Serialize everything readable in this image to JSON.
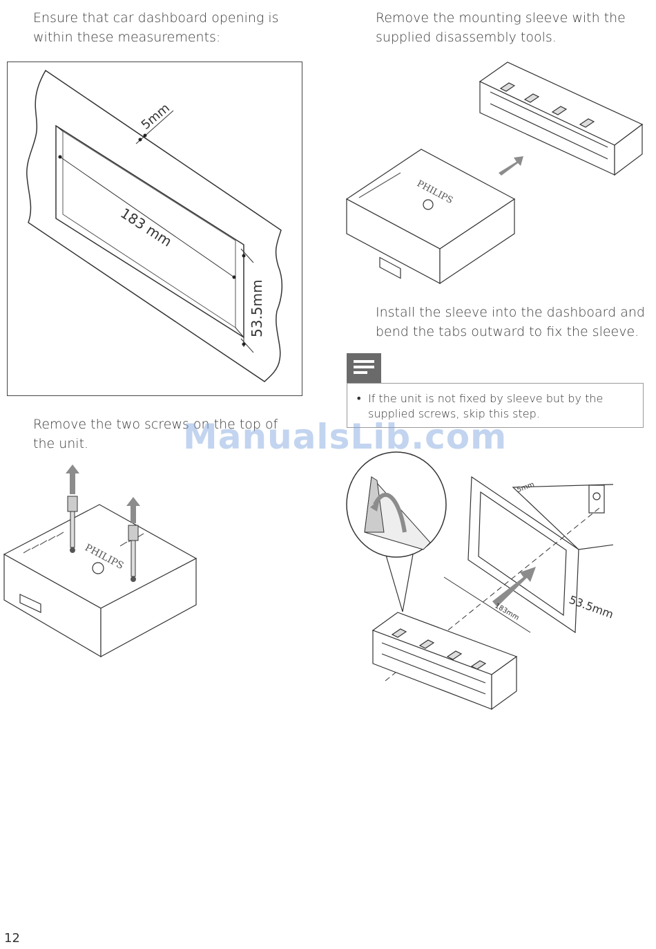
{
  "instructions": {
    "dash_opening": "Ensure that car dashboard opening is within these measurements:",
    "remove_sleeve": "Remove the mounting sleeve with the supplied disassembly tools.",
    "remove_screws": "Remove the two screws on the top of the unit.",
    "install_sleeve": "Install the sleeve into the dashboard and bend the tabs outward to fix the sleeve."
  },
  "dimensions": {
    "frame": "5mm",
    "width": "183 mm",
    "height": "53.5mm",
    "install_frame": "5mm",
    "install_width": "183mm",
    "install_height": "53.5mm"
  },
  "brand": "PHILIPS",
  "note": {
    "bullet": "•",
    "text": "If the unit is not fixed by sleeve but by the supplied screws, skip this step."
  },
  "page_number": "12",
  "watermark": "ManualsLib.com",
  "colors": {
    "arrow": "#8c8c8c",
    "note_icon": "#6a6a6a",
    "watermark": "#78a0dc"
  }
}
